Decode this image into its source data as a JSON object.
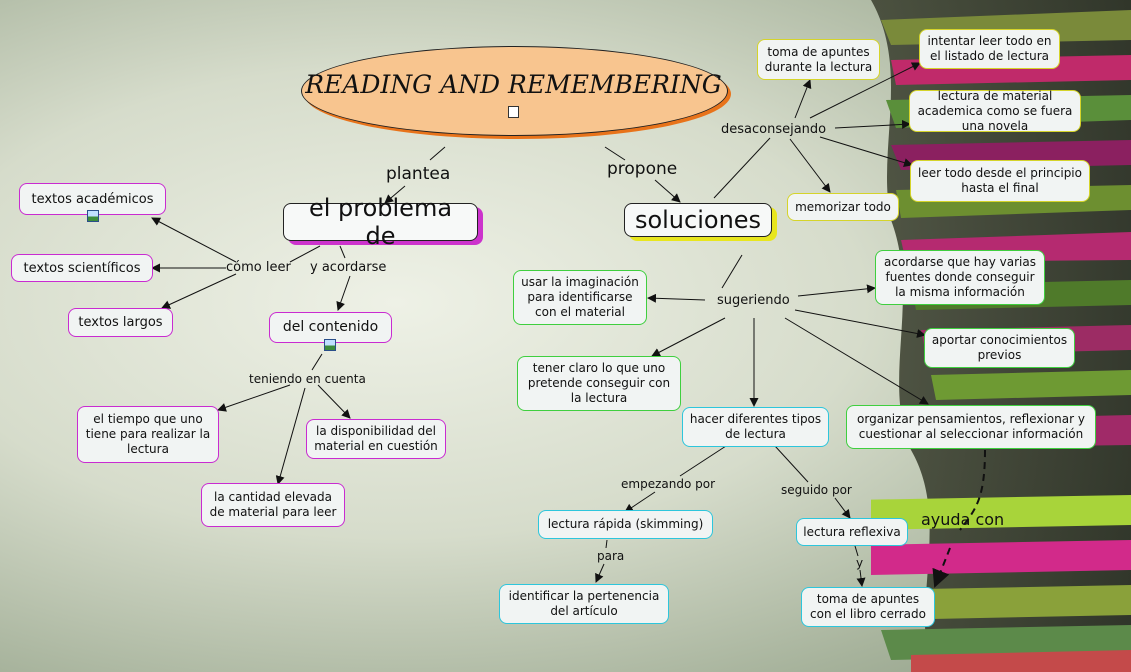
{
  "title": "READING AND REMEMBERING",
  "links": {
    "plantea": "plantea",
    "propone": "propone",
    "como_leer": "cómo leer",
    "y_acordarse": "y acordarse",
    "teniendo": "teniendo en cuenta",
    "desaconsejando": "desaconsejando",
    "sugeriendo": "sugeriendo",
    "empezando_por": "empezando por",
    "seguido_por": "seguido por",
    "para": "para",
    "y": "y",
    "ayuda_con": "ayuda con"
  },
  "nodes": {
    "problema": "el problema de",
    "soluciones": "soluciones",
    "textos_academicos": "textos académicos",
    "textos_cientificos": "textos scientíficos",
    "textos_largos": "textos largos",
    "del_contenido": "del contenido",
    "tiempo": "el tiempo que uno tiene para realizar la lectura",
    "disponibilidad": "la disponibilidad del material en cuestión",
    "cantidad": "la cantidad elevada de material para leer",
    "toma_apuntes": "toma de apuntes durante la lectura",
    "intentar_leer": "intentar leer todo en el listado de lectura",
    "lectura_material": "lectura de material academica como se fuera una novela",
    "leer_todo": "leer todo desde el principio hasta el final",
    "memorizar": "memorizar todo",
    "imaginacion": "usar la imaginación para identificarse con el material",
    "fuentes": "acordarse que hay varias fuentes donde conseguir la misma información",
    "conocimientos": "aportar conocimientos previos",
    "claro": "tener claro lo que uno pretende conseguir con la lectura",
    "tipos": "hacer diferentes tipos de lectura",
    "organizar": "organizar pensamientos, reflexionar y cuestionar al seleccionar información",
    "rapida": "lectura rápida (skimming)",
    "reflexiva": "lectura reflexiva",
    "identificar": "identificar la pertenencia del artículo",
    "toma_cerrado": "toma de apuntes con el libro cerrado"
  },
  "colors": {
    "pink_border": "#c92bd1",
    "green_border": "#3fcf3f",
    "yellow_border": "#d5d42a",
    "cyan_border": "#2dc6dc",
    "title_fill": "#f8c58f"
  }
}
